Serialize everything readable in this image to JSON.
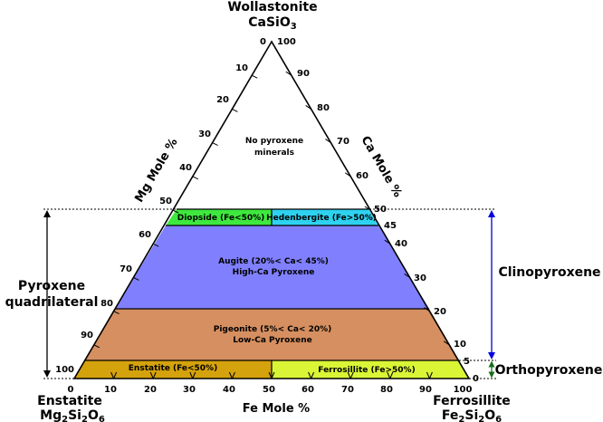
{
  "vertices": {
    "top_name": "Wollastonite",
    "top_formula": "CaSiO",
    "top_formula_sub": "3",
    "left_name": "Enstatite",
    "left_formula": [
      "Mg",
      "2",
      "Si",
      "2",
      "O",
      "6"
    ],
    "right_name": "Ferrosillite",
    "right_formula": [
      "Fe",
      "2",
      "Si",
      "2",
      "O",
      "6"
    ]
  },
  "axes": {
    "mg": "Mg Mole %",
    "ca": "Ca Mole %",
    "fe": "Fe Mole %"
  },
  "ticks": {
    "mg": [
      "0",
      "10",
      "20",
      "30",
      "40",
      "50",
      "60",
      "70",
      "80",
      "90",
      "100"
    ],
    "ca": [
      "100",
      "90",
      "80",
      "70",
      "60",
      "50",
      "45",
      "40",
      "30",
      "20",
      "10",
      "5",
      "0"
    ],
    "fe": [
      "0",
      "10",
      "20",
      "30",
      "40",
      "50",
      "60",
      "70",
      "80",
      "90",
      "100"
    ]
  },
  "regions": {
    "no_pyroxene": [
      "No pyroxene",
      "minerals"
    ],
    "diopside": "Diopside (Fe<50%)",
    "hedenbergite": "Hedenbergite (Fe>50%)",
    "augite": [
      "Augite (20%< Ca< 45%)",
      "High-Ca Pyroxene"
    ],
    "pigeonite": [
      "Pigeonite (5%< Ca< 20%)",
      "Low-Ca Pyroxene"
    ],
    "enstatite": "Enstatite (Fe<50%)",
    "ferrosillite": "Ferrosillite (Fe>50%)"
  },
  "side_labels": {
    "quadrilateral": [
      "Pyroxene",
      "quadrilateral"
    ],
    "clino": "Clinopyroxene",
    "ortho": "Orthopyroxene"
  },
  "colors": {
    "diopside": "#3ee83e",
    "hedenbergite": "#2ed2f0",
    "augite": "#8080ff",
    "pigeonite": "#d68f60",
    "enstatite": "#d4a20c",
    "ferrosillite": "#d9f536",
    "clino_arrow": "#0000dd",
    "ortho_arrow": "#1a6e1a"
  }
}
